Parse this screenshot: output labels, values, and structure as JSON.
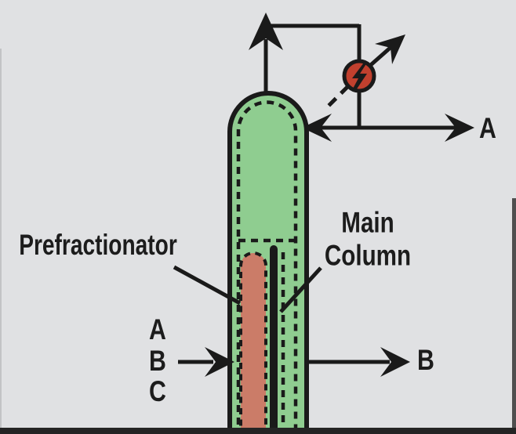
{
  "labels": {
    "prefractionator": "Prefractionator",
    "main_column": [
      "Main",
      "Column"
    ],
    "feed_components": [
      "A",
      "B",
      "C"
    ],
    "overhead_product": "A",
    "side_product": "B"
  },
  "colors": {
    "background": "#e0e1e3",
    "column_green": "#8fcd90",
    "prefractionator_red": "#cb7c68",
    "condenser_red": "#c1402e",
    "line_black": "#1a1a1a"
  }
}
